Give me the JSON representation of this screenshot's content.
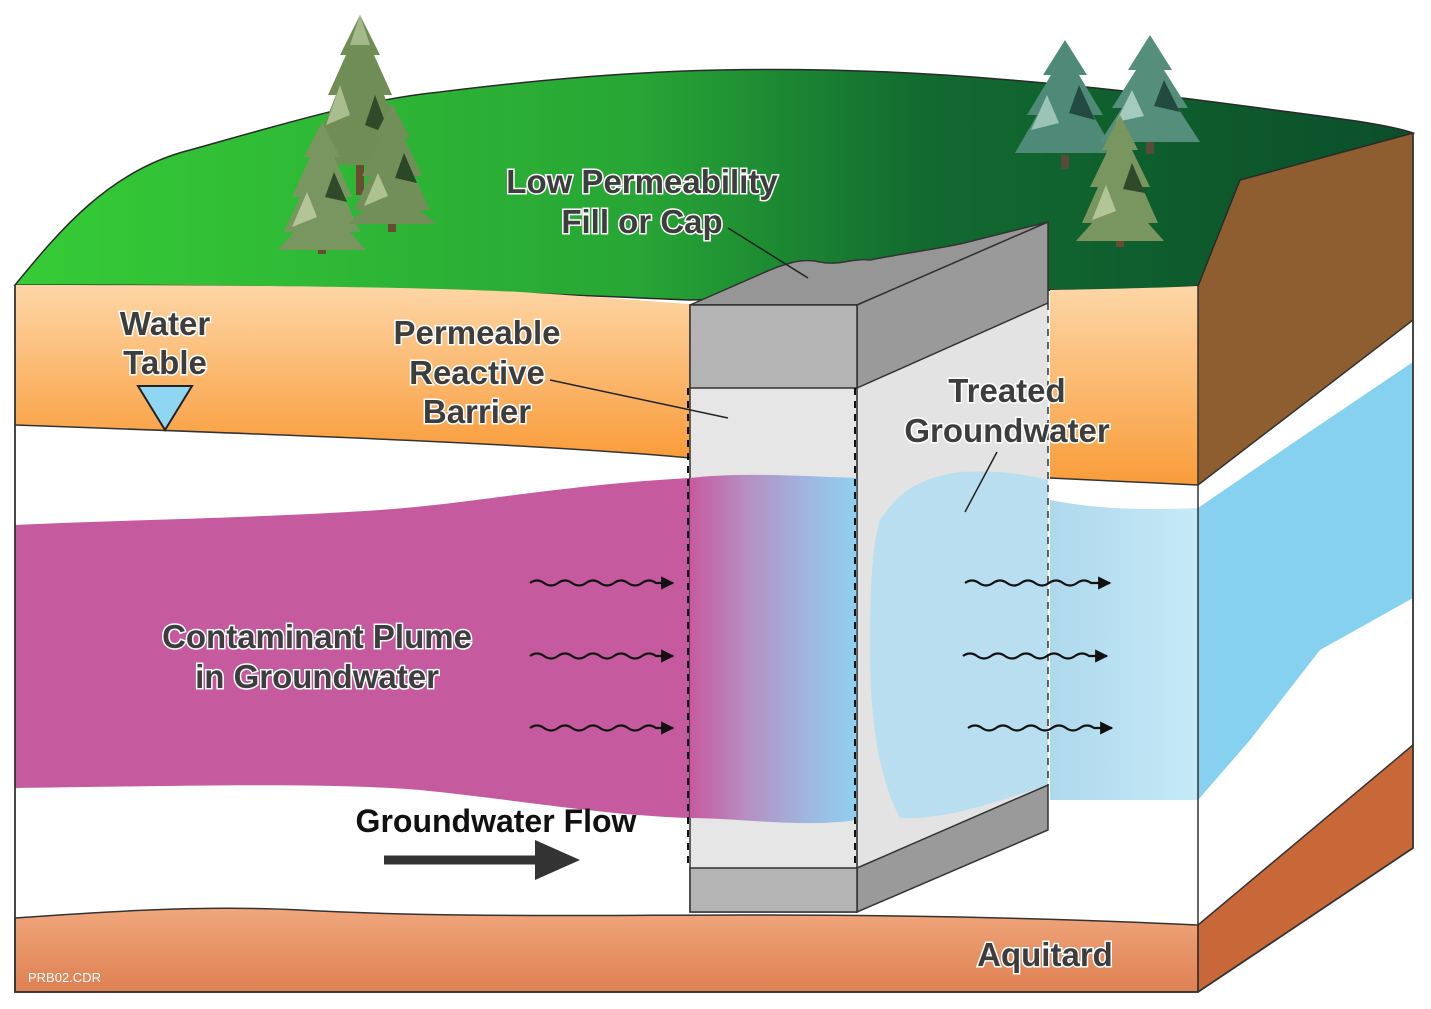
{
  "labels": {
    "cap_line1": "Low Permeability",
    "cap_line2": "Fill or Cap",
    "water_table_line1": "Water",
    "water_table_line2": "Table",
    "prb_line1": "Permeable",
    "prb_line2": "Reactive",
    "prb_line3": "Barrier",
    "treated_line1": "Treated",
    "treated_line2": "Groundwater",
    "plume_line1": "Contaminant Plume",
    "plume_line2": "in Groundwater",
    "flow": "Groundwater Flow",
    "aquitard": "Aquitard",
    "file_code": "PRB02.CDR"
  },
  "colors": {
    "grass_light": "#34c934",
    "grass_dark": "#0d5a2e",
    "soil_top": "#fbd2a0",
    "soil_bottom": "#f9a040",
    "soil_side": "#8e5e30",
    "plume": "#c65a9f",
    "treated_water": "#b8e0f2",
    "treated_water_side": "#86d0f0",
    "barrier_face": "#e6e6e6",
    "barrier_cap": "#b4b4b4",
    "barrier_side": "#969696",
    "aquitard_face": "#e48e60",
    "aquitard_side": "#c86838",
    "text_dark": "#3d3d3d"
  }
}
